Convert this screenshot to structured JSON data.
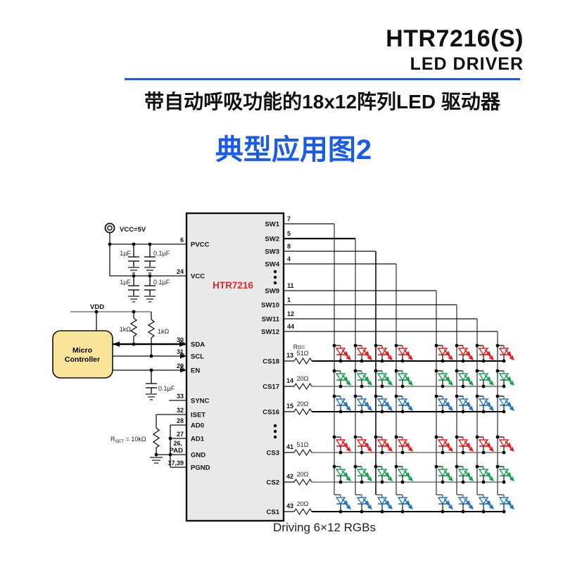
{
  "header": {
    "part_number": "HTR7216(S)",
    "subtitle": "LED DRIVER",
    "description": "带自动呼吸功能的18x12阵列LED 驱动器",
    "figure_title": "典型应用图2",
    "accent_color": "#1a5ce6"
  },
  "caption": "Driving 6×12 RGBs",
  "ic": {
    "name": "HTR7216",
    "name_color": "#e8262a",
    "fill": "#e9e9e9",
    "left_pins": [
      {
        "num": "6",
        "label": "PVCC"
      },
      {
        "num": "24",
        "label": "VCC"
      },
      {
        "num": "30",
        "label": "SDA",
        "arrow": "both"
      },
      {
        "num": "31",
        "label": "SCL",
        "arrow": "in"
      },
      {
        "num": "29",
        "label": "EN",
        "arrow": "in"
      },
      {
        "num": "33",
        "label": "SYNC"
      },
      {
        "num": "32",
        "label": "ISET"
      },
      {
        "num": "28",
        "label": "AD0"
      },
      {
        "num": "27",
        "label": "AD1"
      },
      {
        "num": "26,|PAD",
        "label": "GND"
      },
      {
        "num": "17,39",
        "label": "PGND"
      }
    ],
    "sw_pins": [
      {
        "num": "7",
        "label": "SW1"
      },
      {
        "num": "5",
        "label": "SW2"
      },
      {
        "num": "8",
        "label": "SW3"
      },
      {
        "num": "4",
        "label": "SW4"
      },
      {
        "num": "11",
        "label": "SW9"
      },
      {
        "num": "1",
        "label": "SW10"
      },
      {
        "num": "12",
        "label": "SW11"
      },
      {
        "num": "44",
        "label": "SW12"
      }
    ],
    "cs_pins": [
      {
        "num": "13",
        "label": "CS18",
        "res_prefix": "Ro=",
        "res_label": "51Ω",
        "led_color": "red"
      },
      {
        "num": "14",
        "label": "CS17",
        "res_label": "20Ω",
        "led_color": "green"
      },
      {
        "num": "15",
        "label": "CS16",
        "res_label": "20Ω",
        "led_color": "blue"
      },
      {
        "num": "41",
        "label": "CS3",
        "res_label": "51Ω",
        "led_color": "red"
      },
      {
        "num": "42",
        "label": "CS2",
        "res_label": "20Ω",
        "led_color": "green"
      },
      {
        "num": "43",
        "label": "CS1",
        "res_label": "20Ω",
        "led_color": "blue"
      }
    ]
  },
  "power": {
    "vcc_label": "VCC=5V",
    "vdd_label": "VDD",
    "cap_1uF": "1µF",
    "cap_01uF": "0.1µF",
    "en_cap": "0.1µF",
    "pullup_left": "1kΩ",
    "pullup_right": "1kΩ",
    "rset_base": "R",
    "rset_sub": "SET",
    "rset_rest": " = 10kΩ",
    "small_cap_color": "#3f5fae"
  },
  "micro": {
    "line1": "Micro",
    "line2": "Controller",
    "fill": "#f8e59a"
  },
  "led_colors": {
    "red": "#e81e1e",
    "green": "#17a04e",
    "blue": "#2673c2"
  }
}
